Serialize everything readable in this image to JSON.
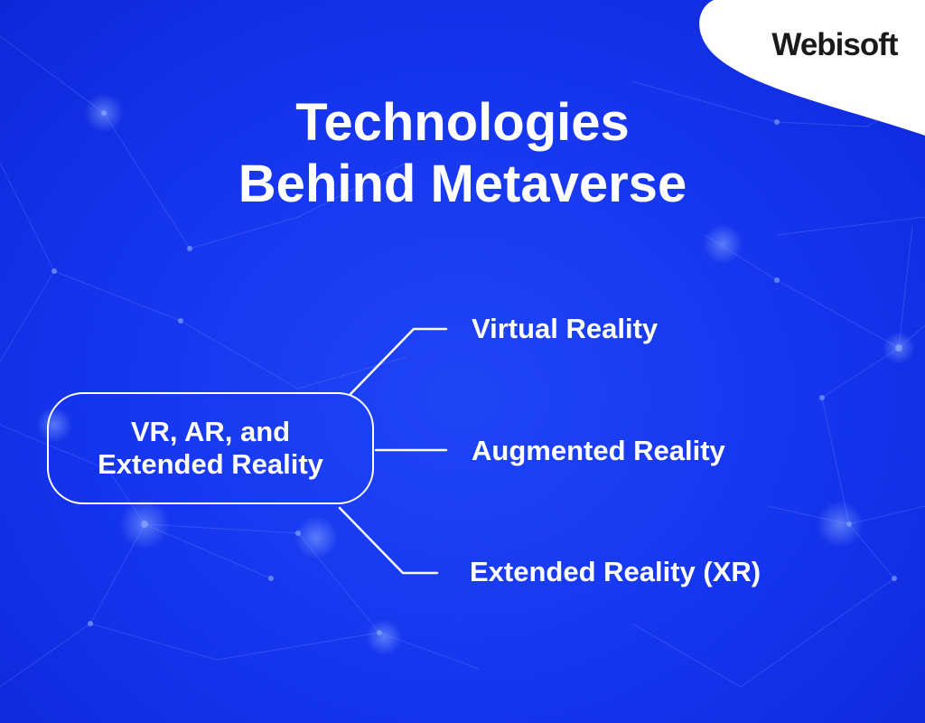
{
  "brand": {
    "name": "Webisoft"
  },
  "title": {
    "line1": "Technologies",
    "line2": "Behind Metaverse"
  },
  "hub": {
    "line1": "VR, AR, and",
    "line2": "Extended Reality"
  },
  "branches": [
    {
      "label": "Virtual Reality"
    },
    {
      "label": "Augmented Reality"
    },
    {
      "label": "Extended Reality (XR)"
    }
  ],
  "colors": {
    "background": "#1535ee",
    "text": "#ffffff",
    "brand_blob": "#ffffff",
    "brand_text": "#1a1a1a"
  }
}
